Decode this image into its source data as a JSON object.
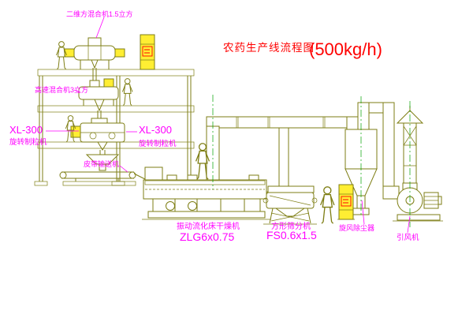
{
  "title": {
    "text": "农药生产线流程图",
    "capacity": "(500kg/h)"
  },
  "colors": {
    "label": "#ff00ff",
    "title": "#ff0000",
    "line": "#7e7e14",
    "highlight": "#ffee33",
    "centerline": "#00a000"
  },
  "labels": {
    "top_mixer": {
      "text": "二维方混合机1.5立方"
    },
    "high_speed_mixer": {
      "text": "高速混合机3立方"
    },
    "granulator_left_model": {
      "text": "XL-300"
    },
    "granulator_left_name": {
      "text": "旋转制粒机"
    },
    "granulator_mid_model": {
      "text": "XL-300"
    },
    "granulator_mid_name": {
      "text": "旋转制粒机"
    },
    "belt_conveyor": {
      "text": "皮带输送机"
    },
    "dryer_name": {
      "text": "振动流化床干燥机"
    },
    "dryer_model": {
      "text": "ZLG6x0.75"
    },
    "sieve_name": {
      "text": "方形筛分机"
    },
    "sieve_model": {
      "text": "FS0.6x1.5"
    },
    "cyclone_name": {
      "text": "旋风除尘器"
    },
    "fan_name": {
      "text": "引风机"
    }
  }
}
